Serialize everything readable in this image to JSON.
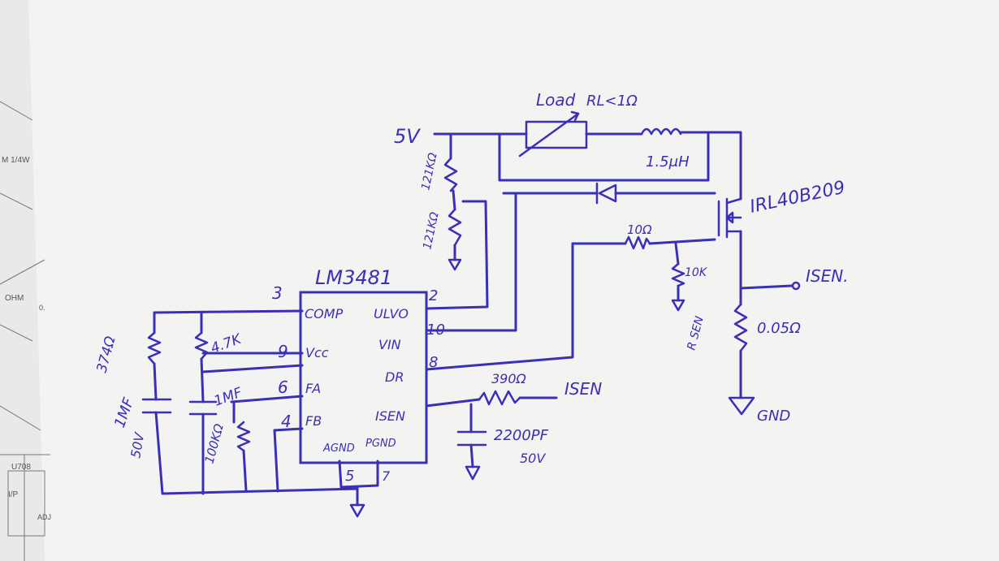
{
  "colors": {
    "ink": "#3a2fb8",
    "paper": "#f3f3f1",
    "background": "#dcdcd9",
    "print": "#555555"
  },
  "ic": {
    "name": "LM3481",
    "pins": {
      "comp": "COMP",
      "vcc": "Vcc",
      "fa": "FA",
      "fb": "FB",
      "uvlo": "ULVO",
      "vin": "VIN",
      "dr": "DR",
      "isen": "ISEN",
      "agnd": "AGND",
      "pgnd": "PGND"
    },
    "pin_numbers": {
      "comp": "3",
      "vcc": "9",
      "fa": "6",
      "fb": "4",
      "uvlo": "2",
      "vin": "10",
      "dr": "8",
      "agnd": "5",
      "pgnd": "7"
    }
  },
  "labels": {
    "supply": "5V",
    "load": "Load",
    "load_rating": "RL<1Ω",
    "inductor": "1.5μH",
    "mosfet": "IRL40B209",
    "r_uvlo_top": "121KΩ",
    "r_uvlo_bottom": "121KΩ",
    "r_gate": "10Ω",
    "r_pulldown": "10K",
    "isen_out": "ISEN.",
    "rsen": "R SEN",
    "rsen_value": "0.05Ω",
    "gnd": "GND",
    "r_comp": "374Ω",
    "r_vcc": "4.7K",
    "c_comp": "1MF",
    "c_comp_voltage": "50V",
    "c_vcc": "1MF",
    "r_fb": "100KΩ",
    "r_isen": "390Ω",
    "isen_in": "ISEN",
    "c_isen": "2200PF",
    "c_isen_voltage": "50V"
  },
  "margin_print": [
    "M 1/4W",
    "OHM",
    "U708",
    "I/P",
    "ADJ",
    "0."
  ]
}
